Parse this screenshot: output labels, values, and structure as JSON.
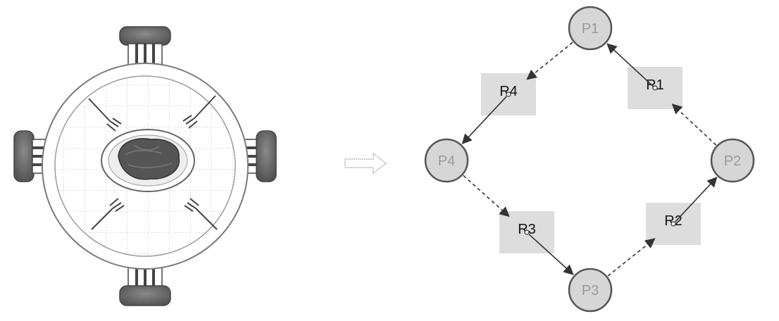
{
  "processes": [
    {
      "id": "p1",
      "label": "P1"
    },
    {
      "id": "p2",
      "label": "P2"
    },
    {
      "id": "p3",
      "label": "P3"
    },
    {
      "id": "p4",
      "label": "P4"
    }
  ],
  "resources": [
    {
      "id": "r1",
      "label": "R1"
    },
    {
      "id": "r2",
      "label": "R2"
    },
    {
      "id": "r3",
      "label": "R3"
    },
    {
      "id": "r4",
      "label": "R4"
    }
  ],
  "edges": [
    {
      "from": "P1",
      "to": "R4",
      "style": "dashed"
    },
    {
      "from": "R4",
      "to": "P4",
      "style": "solid"
    },
    {
      "from": "P4",
      "to": "R3",
      "style": "dashed"
    },
    {
      "from": "R3",
      "to": "P3",
      "style": "solid"
    },
    {
      "from": "P3",
      "to": "R2",
      "style": "dashed"
    },
    {
      "from": "R2",
      "to": "P2",
      "style": "solid"
    },
    {
      "from": "P2",
      "to": "R1",
      "style": "dashed"
    },
    {
      "from": "R1",
      "to": "P1",
      "style": "solid"
    }
  ],
  "colors": {
    "process_fill": "#d6d6d6",
    "process_stroke": "#555555",
    "process_text": "#9a9a9a",
    "resource_fill": "#d9d9d9",
    "resource_text": "#111111",
    "edge": "#333333",
    "table_stroke": "#7a7a7a",
    "chair": "#6e6e6e",
    "food": "#555555"
  }
}
